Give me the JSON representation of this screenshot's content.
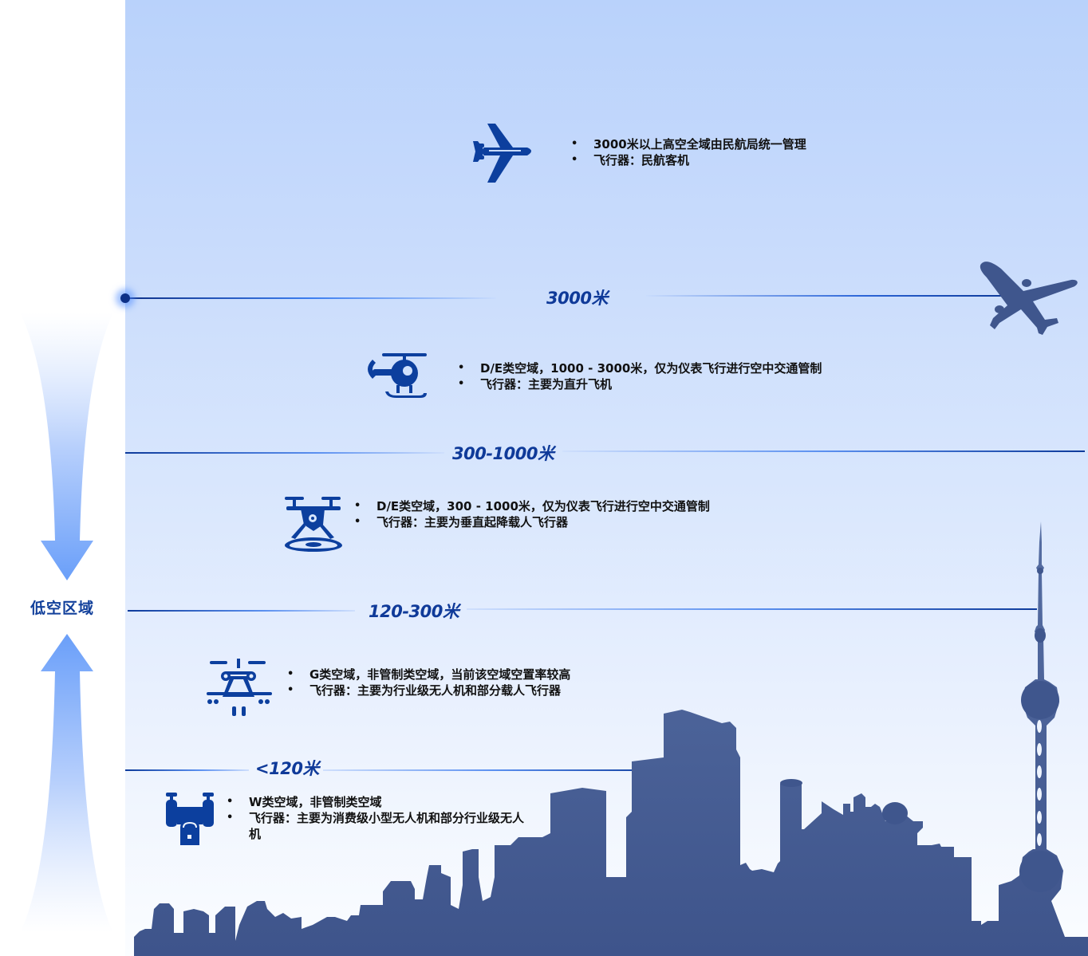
{
  "side": {
    "label": "低空区域"
  },
  "altitude_lines": [
    {
      "label": "3000米",
      "style": "solid"
    },
    {
      "label": "300-1000米",
      "style": "dashed"
    },
    {
      "label": "120-300米",
      "style": "dashed"
    },
    {
      "label": "<120米",
      "style": "dashed"
    }
  ],
  "zones": [
    {
      "icon": "airliner-icon",
      "bullets": [
        "3000米以上高空全域由民航局统一管理",
        "飞行器：民航客机"
      ]
    },
    {
      "icon": "helicopter-icon",
      "bullets": [
        "D/E类空域，1000 - 3000米，仅为仪表飞行进行空中交通管制",
        "飞行器：主要为直升飞机"
      ]
    },
    {
      "icon": "evtol-icon",
      "bullets": [
        "D/E类空域，300 - 1000米，仅为仪表飞行进行空中交通管制",
        "飞行器：主要为垂直起降载人飞行器"
      ]
    },
    {
      "icon": "industrial-drone-icon",
      "bullets": [
        "G类空域，非管制类空域，当前该空域空置率较高",
        "飞行器：主要为行业级无人机和部分载人飞行器"
      ]
    },
    {
      "icon": "consumer-drone-icon",
      "bullets": [
        "W类空域，非管制类空域",
        "飞行器：主要为消费级小型无人机和部分行业级无人机"
      ]
    }
  ],
  "colors": {
    "primary": "#0d3a9a",
    "icon": "#0c3f9e",
    "skyline": "#3f568d",
    "sky_top": "#b9d2fb",
    "sky_bottom": "#fbfdff",
    "arrow": "#6fa4fb"
  }
}
